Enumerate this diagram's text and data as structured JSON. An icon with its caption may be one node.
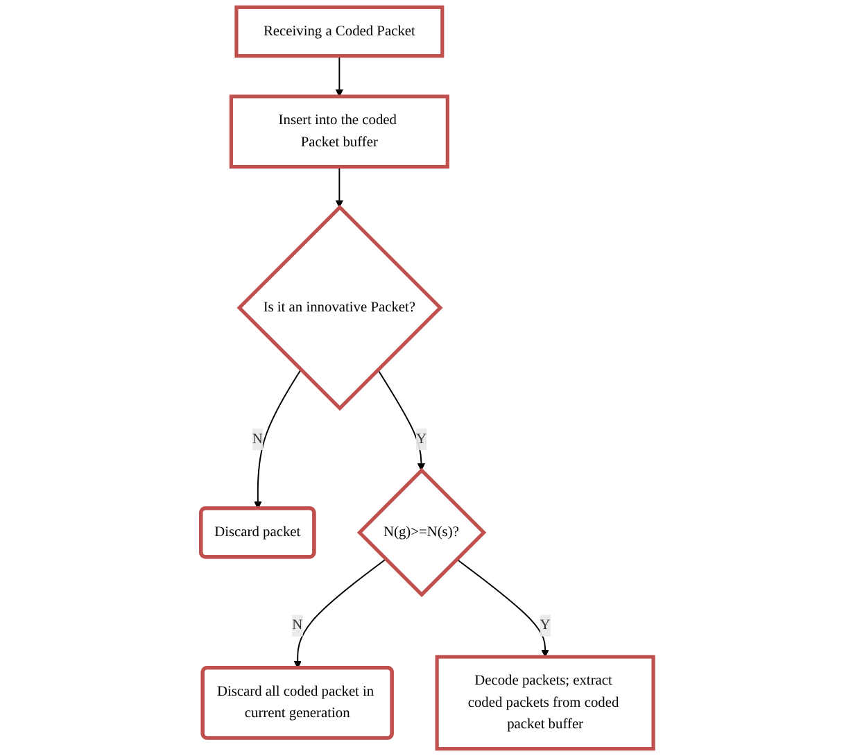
{
  "diagram": {
    "nodes": [
      {
        "text": [
          "Receiving a Coded Packet"
        ]
      },
      {
        "text": [
          "Insert into the coded Packet buffer"
        ]
      },
      {
        "text": [
          "Is it an innovative Packet?"
        ]
      },
      {
        "text": [
          "Discard packet"
        ]
      },
      {
        "text": [
          "N(g)>=N(s)?"
        ]
      },
      {
        "text": [
          "Discard all coded packet in current generation"
        ]
      },
      {
        "text": [
          "Decode packets; extract coded packets from coded packet buffer"
        ]
      }
    ],
    "edges": [
      {
        "from": 0,
        "to": 1,
        "arrow": "to"
      },
      {
        "from": 1,
        "to": 2,
        "arrow": "to"
      },
      {
        "from": 2,
        "to": 3,
        "arrow": "to",
        "label": "N"
      },
      {
        "from": 2,
        "to": 4,
        "arrow": "to",
        "label": "Y"
      },
      {
        "from": 4,
        "to": 5,
        "arrow": "to",
        "label": "N"
      },
      {
        "from": 4,
        "to": 6,
        "arrow": "to",
        "label": "Y"
      }
    ]
  }
}
